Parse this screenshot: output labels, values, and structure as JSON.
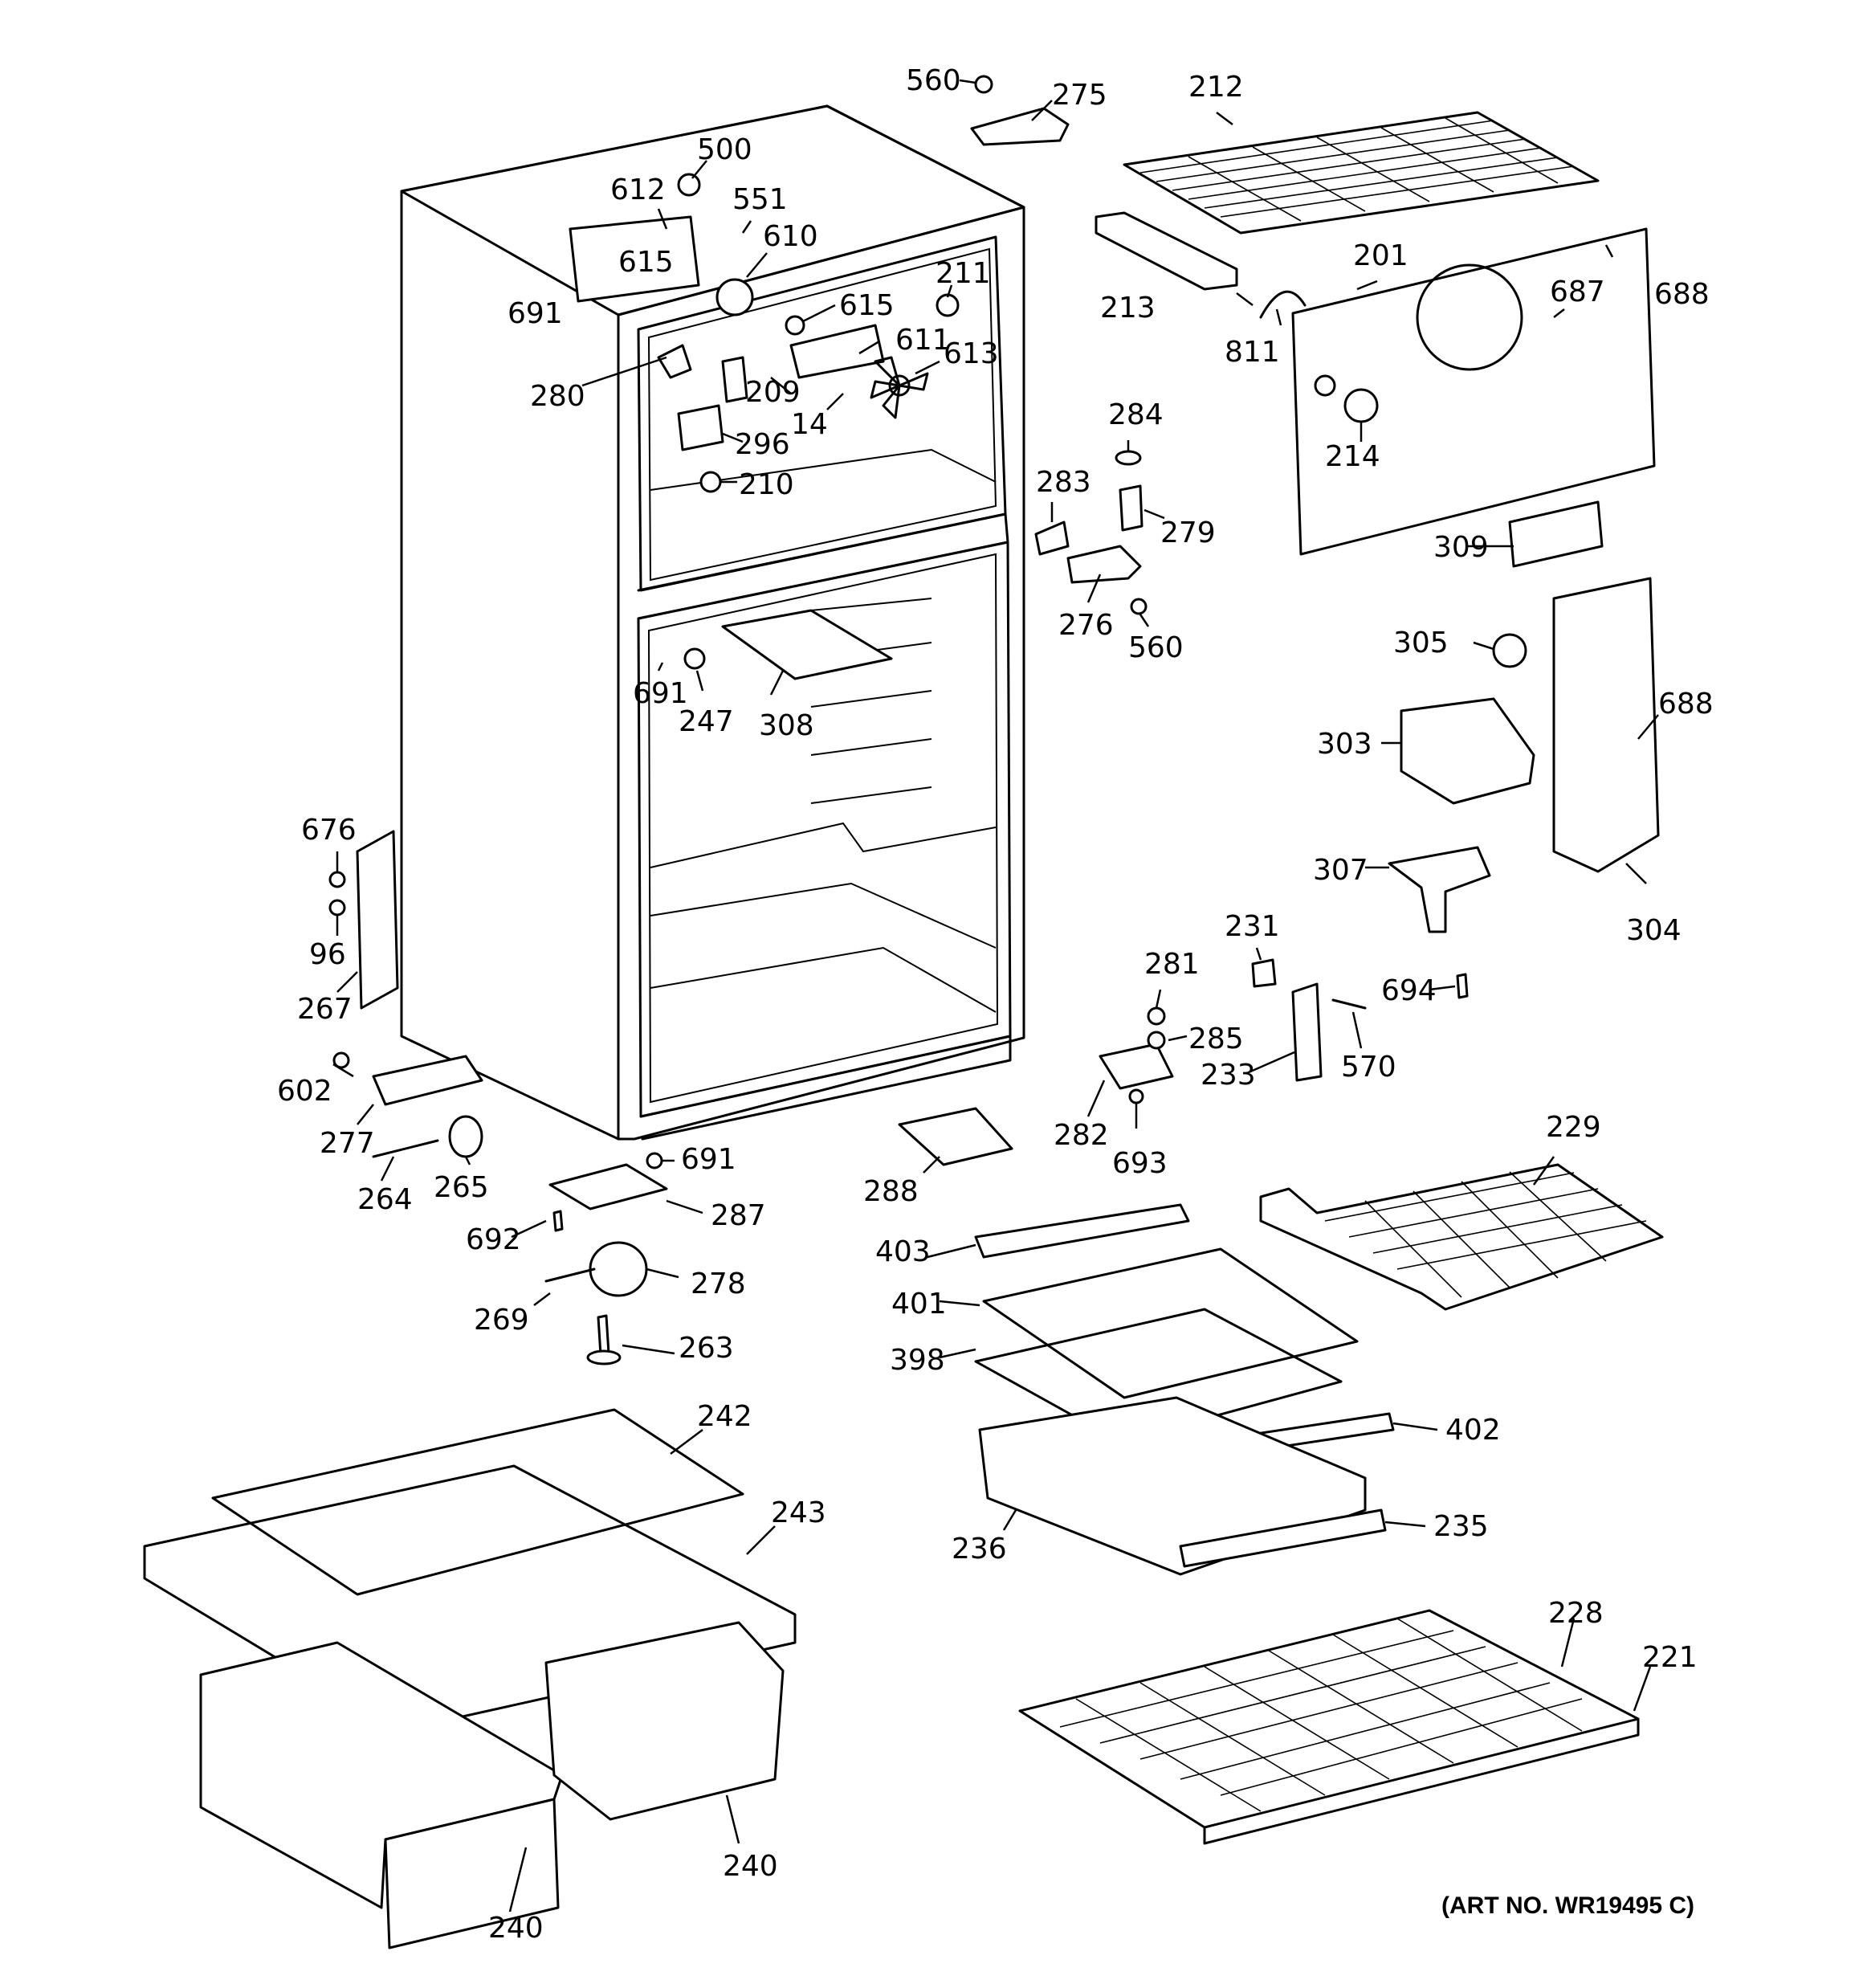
{
  "art_number": "(ART NO. WR19495 C)",
  "callouts": [
    {
      "id": "c560a",
      "label": "560"
    },
    {
      "id": "c275",
      "label": "275"
    },
    {
      "id": "c212",
      "label": "212"
    },
    {
      "id": "c500",
      "label": "500"
    },
    {
      "id": "c612",
      "label": "612"
    },
    {
      "id": "c551",
      "label": "551"
    },
    {
      "id": "c610",
      "label": "610"
    },
    {
      "id": "c615a",
      "label": "615"
    },
    {
      "id": "c691a",
      "label": "691"
    },
    {
      "id": "c211",
      "label": "211"
    },
    {
      "id": "c615b",
      "label": "615"
    },
    {
      "id": "c611",
      "label": "611"
    },
    {
      "id": "c613",
      "label": "613"
    },
    {
      "id": "c280",
      "label": "280"
    },
    {
      "id": "c209",
      "label": "209"
    },
    {
      "id": "c14",
      "label": "14"
    },
    {
      "id": "c296",
      "label": "296"
    },
    {
      "id": "c210",
      "label": "210"
    },
    {
      "id": "c213",
      "label": "213"
    },
    {
      "id": "c201",
      "label": "201"
    },
    {
      "id": "c687",
      "label": "687"
    },
    {
      "id": "c688a",
      "label": "688"
    },
    {
      "id": "c811",
      "label": "811"
    },
    {
      "id": "c214",
      "label": "214"
    },
    {
      "id": "c284",
      "label": "284"
    },
    {
      "id": "c283",
      "label": "283"
    },
    {
      "id": "c279",
      "label": "279"
    },
    {
      "id": "c276",
      "label": "276"
    },
    {
      "id": "c560b",
      "label": "560"
    },
    {
      "id": "c309",
      "label": "309"
    },
    {
      "id": "c305",
      "label": "305"
    },
    {
      "id": "c688b",
      "label": "688"
    },
    {
      "id": "c303",
      "label": "303"
    },
    {
      "id": "c307",
      "label": "307"
    },
    {
      "id": "c304",
      "label": "304"
    },
    {
      "id": "c691b",
      "label": "691"
    },
    {
      "id": "c247",
      "label": "247"
    },
    {
      "id": "c308",
      "label": "308"
    },
    {
      "id": "c676",
      "label": "676"
    },
    {
      "id": "c96",
      "label": "96"
    },
    {
      "id": "c267",
      "label": "267"
    },
    {
      "id": "c231",
      "label": "231"
    },
    {
      "id": "c281",
      "label": "281"
    },
    {
      "id": "c285",
      "label": "285"
    },
    {
      "id": "c694",
      "label": "694"
    },
    {
      "id": "c233",
      "label": "233"
    },
    {
      "id": "c570",
      "label": "570"
    },
    {
      "id": "c282",
      "label": "282"
    },
    {
      "id": "c693",
      "label": "693"
    },
    {
      "id": "c602",
      "label": "602"
    },
    {
      "id": "c277",
      "label": "277"
    },
    {
      "id": "c264",
      "label": "264"
    },
    {
      "id": "c265",
      "label": "265"
    },
    {
      "id": "c691c",
      "label": "691"
    },
    {
      "id": "c287",
      "label": "287"
    },
    {
      "id": "c288",
      "label": "288"
    },
    {
      "id": "c229",
      "label": "229"
    },
    {
      "id": "c692",
      "label": "692"
    },
    {
      "id": "c278",
      "label": "278"
    },
    {
      "id": "c269",
      "label": "269"
    },
    {
      "id": "c263",
      "label": "263"
    },
    {
      "id": "c403",
      "label": "403"
    },
    {
      "id": "c401",
      "label": "401"
    },
    {
      "id": "c398",
      "label": "398"
    },
    {
      "id": "c402",
      "label": "402"
    },
    {
      "id": "c242",
      "label": "242"
    },
    {
      "id": "c243",
      "label": "243"
    },
    {
      "id": "c236",
      "label": "236"
    },
    {
      "id": "c235",
      "label": "235"
    },
    {
      "id": "c228",
      "label": "228"
    },
    {
      "id": "c221",
      "label": "221"
    },
    {
      "id": "c240a",
      "label": "240"
    },
    {
      "id": "c240b",
      "label": "240"
    }
  ]
}
